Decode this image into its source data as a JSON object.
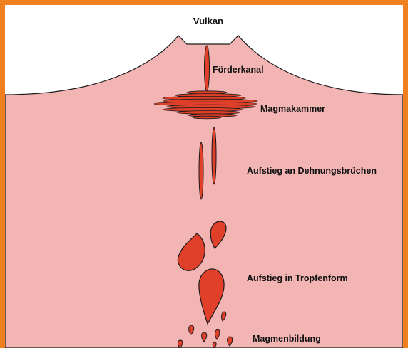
{
  "labels": {
    "vulkan": "Vulkan",
    "foerderkanal": "Förderkanal",
    "magmakammer": "Magmakammer",
    "aufstieg_dehnung": "Aufstieg an Dehnungsbrüchen",
    "aufstieg_tropfen": "Aufstieg in Tropfenform",
    "magmenbildung": "Magmenbildung"
  },
  "colors": {
    "frame": "#f07f1f",
    "magma": "#e0402a",
    "outline": "#1a1a1a",
    "sky": "#ffffff",
    "ground_top": "#efe4d3",
    "ground_mid": "#f7ddb2",
    "ground_deep": "#f3b4b4"
  }
}
